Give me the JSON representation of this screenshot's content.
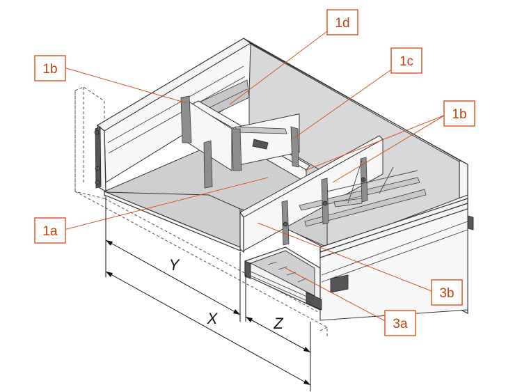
{
  "callouts": {
    "c1d": "1d",
    "c1b_left": "1b",
    "c1c": "1c",
    "c1b_right": "1b",
    "c1a": "1a",
    "c3b": "3b",
    "c3a": "3a"
  },
  "dimensions": {
    "x": "X",
    "y": "Y",
    "z": "Z"
  },
  "colors": {
    "callout": "#d9531e",
    "callout_text": "#c2410c",
    "floor": "#cfcfd1",
    "line": "#333333"
  }
}
